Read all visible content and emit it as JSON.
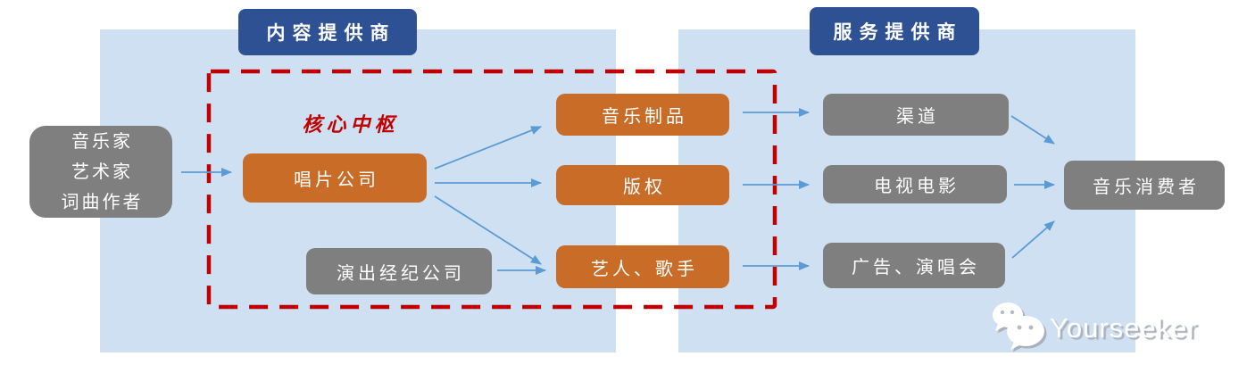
{
  "headers": {
    "content_provider": "内容提供商",
    "service_provider": "服务提供商"
  },
  "core_hub_label": "核心中枢",
  "nodes": {
    "creators": [
      "音乐家",
      "艺术家",
      "词曲作者"
    ],
    "record_company": "唱片公司",
    "agency": "演出经纪公司",
    "music_products": "音乐制品",
    "copyright": "版权",
    "artists": "艺人、歌手",
    "channels": "渠道",
    "tv_movies": "电视电影",
    "ads_concerts": "广告、演唱会",
    "consumers": "音乐消费者"
  },
  "watermark": {
    "brand": "Yourseeker"
  },
  "colors": {
    "panel": "#cfe0f2",
    "header_bg": "#2d5193",
    "orange": "#c86c28",
    "gray": "#7f7f7f",
    "arrow": "#5b9bd5",
    "dashed_border": "#c00000",
    "box_text": "#ffffff"
  }
}
